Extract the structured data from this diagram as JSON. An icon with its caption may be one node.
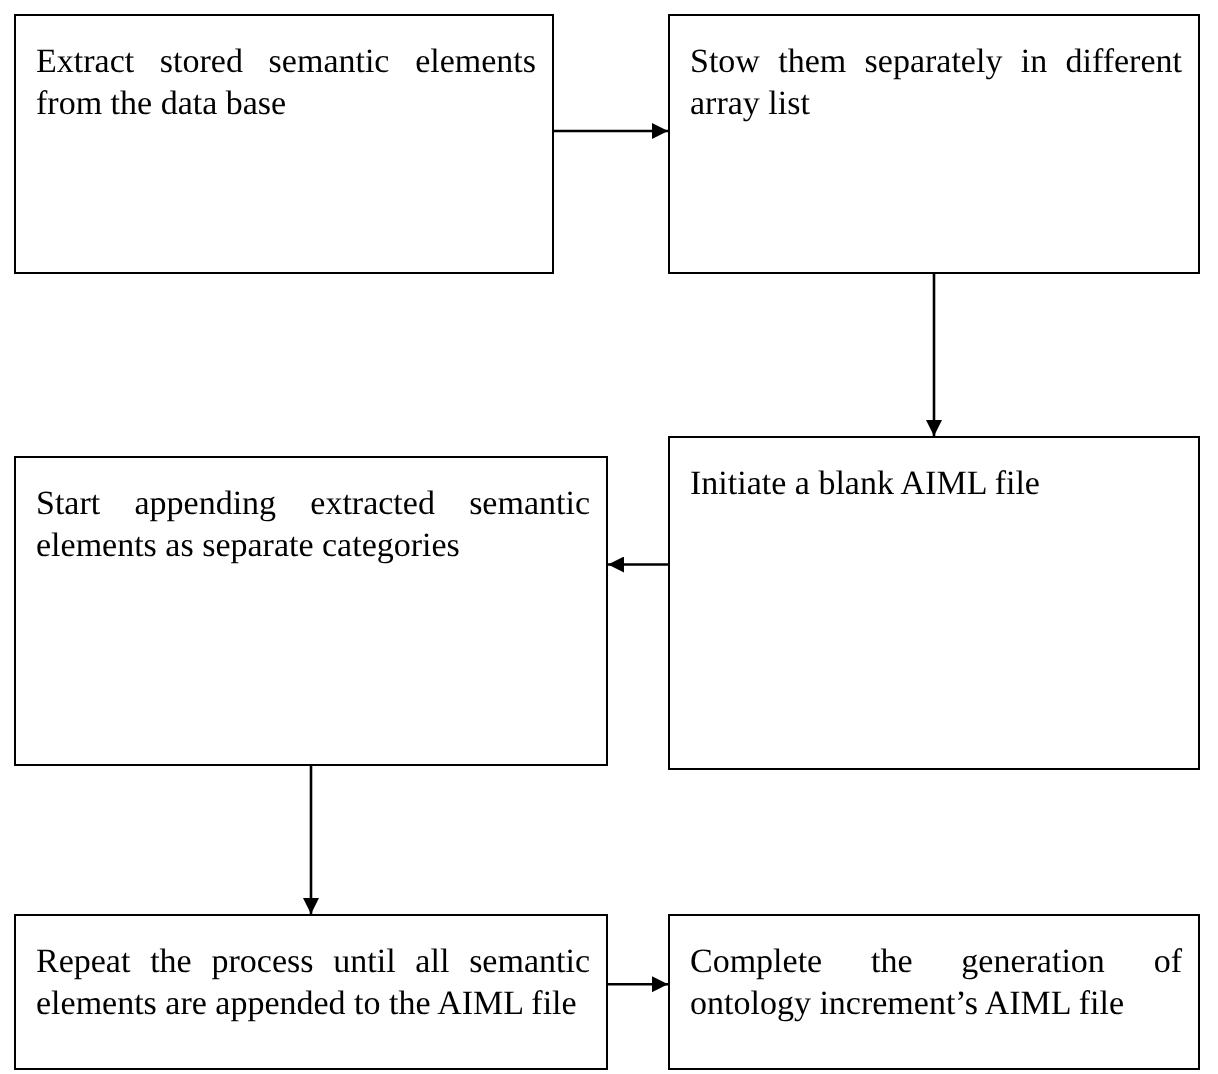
{
  "diagram": {
    "nodes": [
      {
        "text": [
          "Extract stored semantic elements from the data base"
        ]
      },
      {
        "text": [
          "Stow them separately in different array list"
        ]
      },
      {
        "text": [
          "Initiate a blank AIML file"
        ]
      },
      {
        "text": [
          "Start appending extracted semantic elements as separate categories"
        ]
      },
      {
        "text": [
          "Repeat the process until all semantic elements are appended to the AIML file"
        ]
      },
      {
        "text": [
          "Complete the generation of ontology increment’s AIML file"
        ]
      }
    ],
    "edges": [
      {
        "from": 0,
        "to": 1,
        "arrow": "to"
      },
      {
        "from": 1,
        "to": 2,
        "arrow": "to"
      },
      {
        "from": 2,
        "to": 3,
        "arrow": "to"
      },
      {
        "from": 3,
        "to": 4,
        "arrow": "to"
      },
      {
        "from": 4,
        "to": 5,
        "arrow": "to"
      }
    ]
  }
}
